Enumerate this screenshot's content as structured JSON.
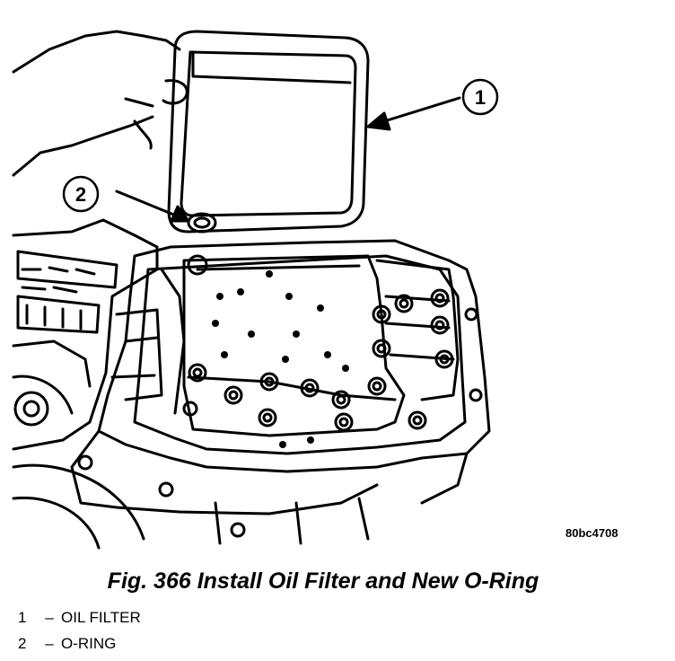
{
  "callouts": [
    {
      "number": "1",
      "part": "oil-filter"
    },
    {
      "number": "2",
      "part": "o-ring"
    }
  ],
  "figure_id": "80bc4708",
  "caption": "Fig. 366 Install Oil Filter and New O-Ring",
  "legend": [
    {
      "number": "1",
      "separator": "–",
      "label": "OIL FILTER"
    },
    {
      "number": "2",
      "separator": "–",
      "label": "O-RING"
    }
  ],
  "colors": {
    "line": "#000000",
    "background": "#ffffff"
  }
}
